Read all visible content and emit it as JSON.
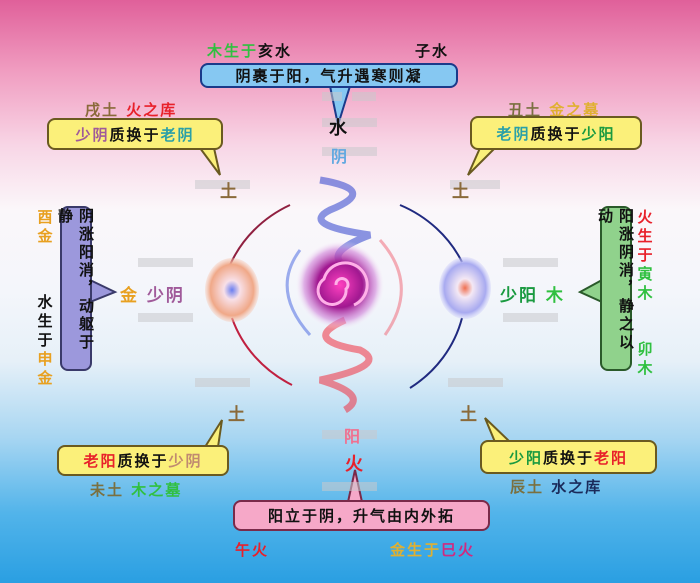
{
  "top": {
    "label_left": [
      "木生于",
      "亥水"
    ],
    "label_right": "子水",
    "bubble": "阴裹于阳，气升遇寒则凝",
    "water": "水",
    "yin": "阴"
  },
  "top_left": {
    "label": [
      "戌土",
      "火之库"
    ],
    "bubble": [
      "少阴",
      "质换于",
      "老阴"
    ],
    "earth": "土"
  },
  "top_right": {
    "label": [
      "丑土",
      "金之墓"
    ],
    "bubble": [
      "老阴",
      "质换于",
      "少阳"
    ],
    "earth": "土"
  },
  "left": {
    "label_top": "酉金",
    "label_bottom": [
      "水生于",
      "申金"
    ],
    "bubble": "阴涨阳消，动躯于静",
    "metal": "金",
    "shaoyin": "少阴"
  },
  "right": {
    "label_top": [
      "火生于",
      "寅木"
    ],
    "label_bottom": "卯木",
    "bubble": "阳涨阴消，静之以动",
    "shaoyang": "少阳",
    "wood": "木"
  },
  "bottom_left": {
    "bubble": [
      "老阳",
      "质换于",
      "少阴"
    ],
    "label": [
      "未土",
      "木之墓"
    ],
    "earth": "土"
  },
  "bottom_right": {
    "bubble": [
      "少阳",
      "质换于",
      "老阳"
    ],
    "label": [
      "辰土",
      "水之库"
    ],
    "earth": "土"
  },
  "bottom": {
    "yang": "阳",
    "fire": "火",
    "bubble": "阳立于阴，升气由内外拓",
    "label_left": "午火",
    "label_right": [
      "金生于",
      "巳火"
    ]
  },
  "colors": {
    "yellow_bubble": "#fbf07a",
    "blue_bubble": "#86c8f2",
    "pink_bubble": "#f6a8c8",
    "purple_bubble": "#9c98dc",
    "green_bubble": "#90d28c"
  }
}
